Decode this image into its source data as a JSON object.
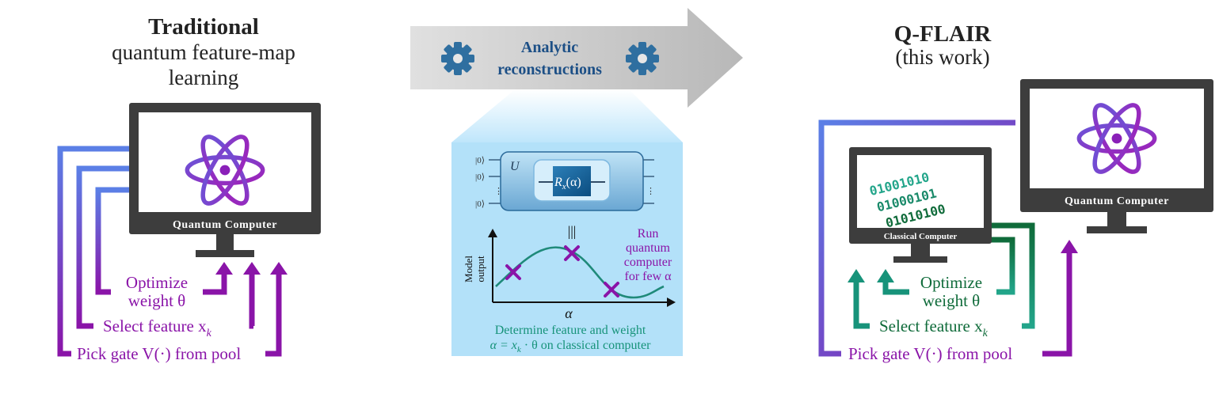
{
  "left": {
    "title": "Traditional",
    "subtitle_line1": "quantum feature-map",
    "subtitle_line2": "learning",
    "monitor_label": "Quantum Computer",
    "loop_optimize_line1": "Optimize",
    "loop_optimize_line2": "weight θ",
    "loop_select": "Select feature x",
    "loop_select_sub": "k",
    "loop_pick": "Pick gate V(·) from pool"
  },
  "middle": {
    "arrow_line1": "Analytic",
    "arrow_line2": "reconstructions",
    "ket": "|0⟩",
    "ket_dots": "⋮",
    "unitary_label": "U",
    "gate_label": "R",
    "gate_sub": "x",
    "gate_arg": "(α)",
    "equiv": "|||",
    "ylabel_line1": "Model",
    "ylabel_line2": "output",
    "xlabel": "α",
    "run_line1": "Run",
    "run_line2": "quantum",
    "run_line3": "computer",
    "run_line4": "for few α",
    "determine_line1": "Determine feature and weight",
    "determine_line2": "α = x",
    "determine_sub": "k",
    "determine_line2_rest": " · θ on classical computer"
  },
  "right": {
    "title": "Q-FLAIR",
    "subtitle": "(this work)",
    "quantum_label": "Quantum Computer",
    "classical_label": "Classical Computer",
    "binary_line1": "01001010",
    "binary_line2": "01000101",
    "binary_line3": "01010100",
    "loop_optimize_line1": "Optimize",
    "loop_optimize_line2": "weight θ",
    "loop_select": "Select feature x",
    "loop_select_sub": "k",
    "loop_pick": "Pick gate V(·) from pool"
  },
  "colors": {
    "purple": "#8a14a8",
    "blue": "#5b7fe6",
    "teal": "#17937a",
    "dark_green": "#0f6b3a",
    "monitor": "#3d3d3d",
    "gear": "#2f6fa0",
    "arrow_text": "#1c4f86"
  },
  "icons": [
    "atom-icon",
    "gear-icon",
    "plot-marker-icon"
  ]
}
